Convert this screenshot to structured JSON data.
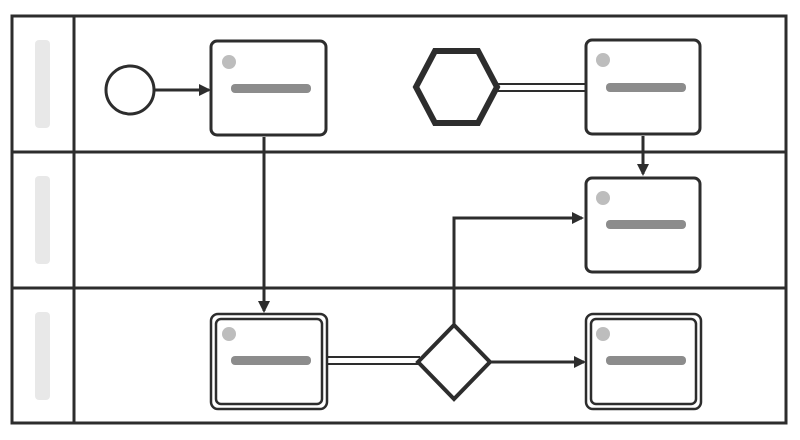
{
  "diagram": {
    "type": "bpmn-swimlane",
    "colors": {
      "stroke": "#2d2d2d",
      "lane_label_placeholder": "#e8e8e8",
      "task_dot": "#bdbdbd",
      "task_text_placeholder": "#8c8c8c",
      "background": "#ffffff"
    },
    "lanes": [
      {
        "id": "lane-1",
        "label": ""
      },
      {
        "id": "lane-2",
        "label": ""
      },
      {
        "id": "lane-3",
        "label": ""
      }
    ],
    "nodes": [
      {
        "id": "start-event",
        "kind": "start-event",
        "lane": "lane-1"
      },
      {
        "id": "task-a",
        "kind": "task",
        "lane": "lane-1",
        "label": ""
      },
      {
        "id": "hexagon-event",
        "kind": "hexagon",
        "lane": "lane-1"
      },
      {
        "id": "task-b",
        "kind": "task",
        "lane": "lane-1",
        "label": ""
      },
      {
        "id": "task-c",
        "kind": "task",
        "lane": "lane-2",
        "label": ""
      },
      {
        "id": "task-d",
        "kind": "subprocess",
        "lane": "lane-3",
        "label": ""
      },
      {
        "id": "gateway",
        "kind": "exclusive-gateway",
        "lane": "lane-3"
      },
      {
        "id": "task-e",
        "kind": "subprocess",
        "lane": "lane-3",
        "label": ""
      }
    ],
    "edges": [
      {
        "from": "start-event",
        "to": "task-a",
        "style": "sequence"
      },
      {
        "from": "task-a",
        "to": "task-d",
        "style": "sequence"
      },
      {
        "from": "hexagon-event",
        "to": "task-b",
        "style": "double-line"
      },
      {
        "from": "task-b",
        "to": "task-c",
        "style": "sequence"
      },
      {
        "from": "task-d",
        "to": "gateway",
        "style": "double-line"
      },
      {
        "from": "gateway",
        "to": "task-c",
        "style": "sequence"
      },
      {
        "from": "gateway",
        "to": "task-e",
        "style": "sequence"
      }
    ]
  }
}
